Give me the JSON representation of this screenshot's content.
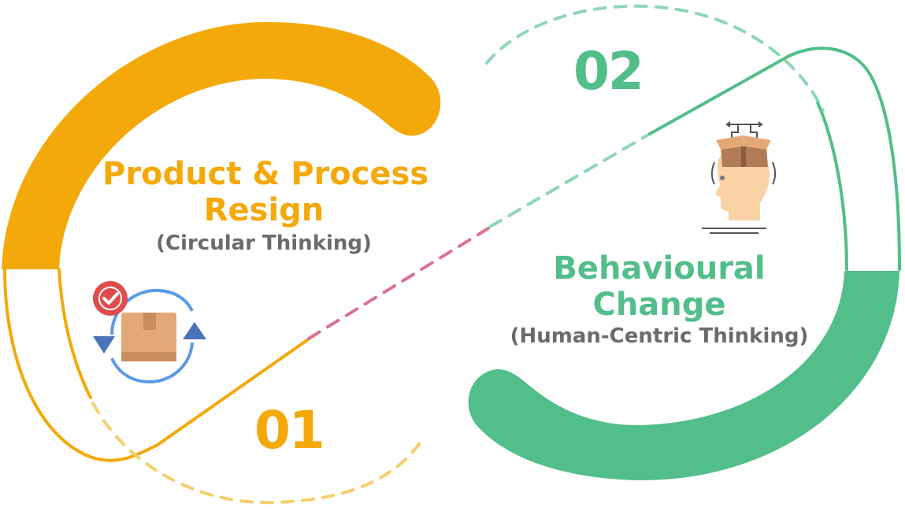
{
  "colors": {
    "orange": "#F4A90B",
    "orange_light": "#F6CF6B",
    "green": "#52BE89",
    "green_light": "#8FD6B5",
    "pink": "#D9738E",
    "grey": "#6B6B6B",
    "box": "#E2A977",
    "box_dark": "#C98E5C",
    "arrow_blue": "#4B74B8",
    "circle_blue": "#5A9AE6",
    "badge_red": "#E04C4C",
    "head": "#F9D2A6",
    "head_box": "#B07B55"
  },
  "step1": {
    "number": "01",
    "title_line1": "Product & Process",
    "title_line2": "Resign",
    "subtitle": "(Circular Thinking)",
    "icon": "circular-box-icon"
  },
  "step2": {
    "number": "02",
    "title_line1": "Behavioural",
    "title_line2": "Change",
    "subtitle": "(Human-Centric Thinking)",
    "icon": "thinking-head-icon"
  }
}
